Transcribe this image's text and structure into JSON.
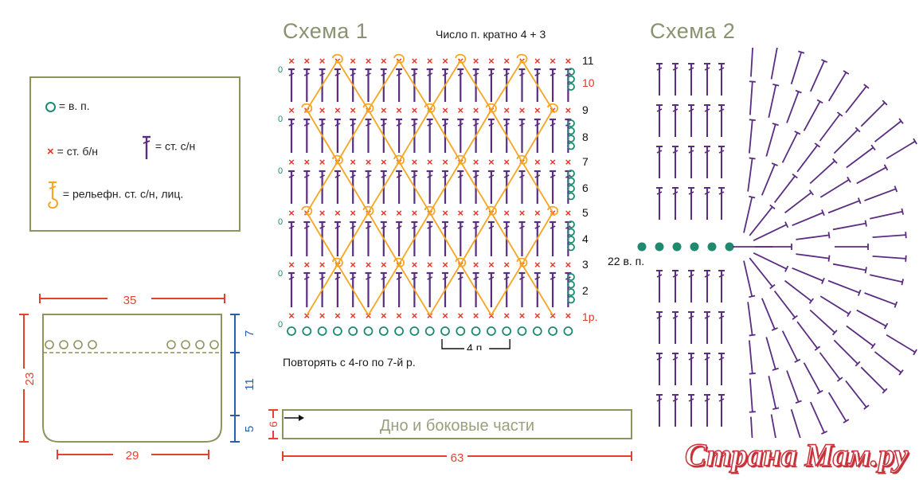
{
  "schema1": {
    "title": "Схема 1",
    "multiple_note": "Число п. кратно 4 + 3",
    "row_numbers": [
      "11",
      "10",
      "9",
      "8",
      "7",
      "6",
      "5",
      "4",
      "3",
      "2",
      "1р."
    ],
    "repeat_label": "4 п.",
    "repeat_note": "Повторять с 4-го по 7-й р."
  },
  "schema2": {
    "title": "Схема 2",
    "chain_label": "22 в. п."
  },
  "legend": {
    "chain": "= в. п.",
    "sc": "= ст. б/н",
    "dc": "= ст. с/н",
    "relief": "= рельефн. ст. с/н, лиц."
  },
  "pattern": {
    "width_top": "35",
    "width_bottom": "29",
    "height": "23",
    "seg_top": "7",
    "seg_mid": "11",
    "seg_bottom": "5"
  },
  "strip": {
    "label": "Дно и боковые части",
    "height": "6",
    "length": "63"
  },
  "watermark": "Страна Мам.ру",
  "colors": {
    "chain": "#1f8a70",
    "sc": "#e8352b",
    "dc": "#5b2d82",
    "relief": "#f5a623",
    "dimension_red": "#e0442f",
    "dimension_blue": "#2b5fae",
    "outline": "#8e9360",
    "title": "#8a9270"
  }
}
